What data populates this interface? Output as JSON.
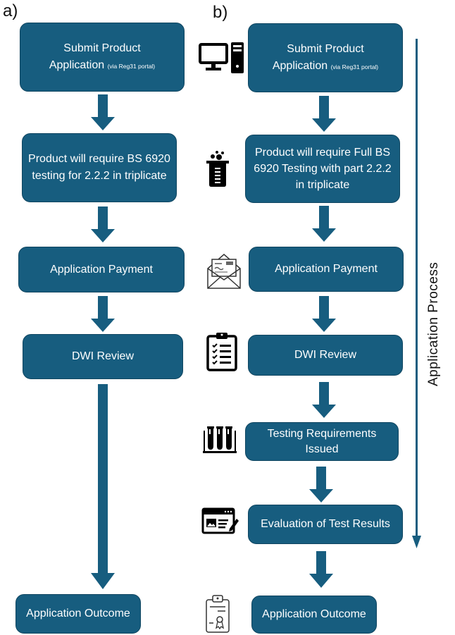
{
  "panel_a": {
    "label": "a)",
    "steps": [
      {
        "main": "Submit Product",
        "line2": "Application",
        "note": "(via Reg31 portal)"
      },
      {
        "text": "Product will require BS 6920 testing for 2.2.2 in triplicate"
      },
      {
        "text": "Application Payment"
      },
      {
        "text": "DWI Review"
      },
      {
        "text": "Application Outcome"
      }
    ]
  },
  "panel_b": {
    "label": "b)",
    "steps": [
      {
        "main": "Submit Product",
        "line2": "Application",
        "note": "(via Reg31 portal)",
        "icon": "computer-icon"
      },
      {
        "text": "Product will require Full BS 6920 Testing with part 2.2.2 in triplicate",
        "icon": "beaker-icon"
      },
      {
        "text": "Application Payment",
        "icon": "envelope-letter-icon"
      },
      {
        "text": "DWI Review",
        "icon": "clipboard-checklist-icon"
      },
      {
        "text": "Testing Requirements Issued",
        "icon": "test-tubes-icon"
      },
      {
        "text": "Evaluation of Test Results",
        "icon": "document-sign-icon"
      },
      {
        "text": "Application Outcome",
        "icon": "certificate-icon"
      }
    ],
    "process_label": "Application Process"
  },
  "colors": {
    "box_fill": "#175d7f",
    "box_text": "#ffffff",
    "arrow": "#175d7f"
  }
}
